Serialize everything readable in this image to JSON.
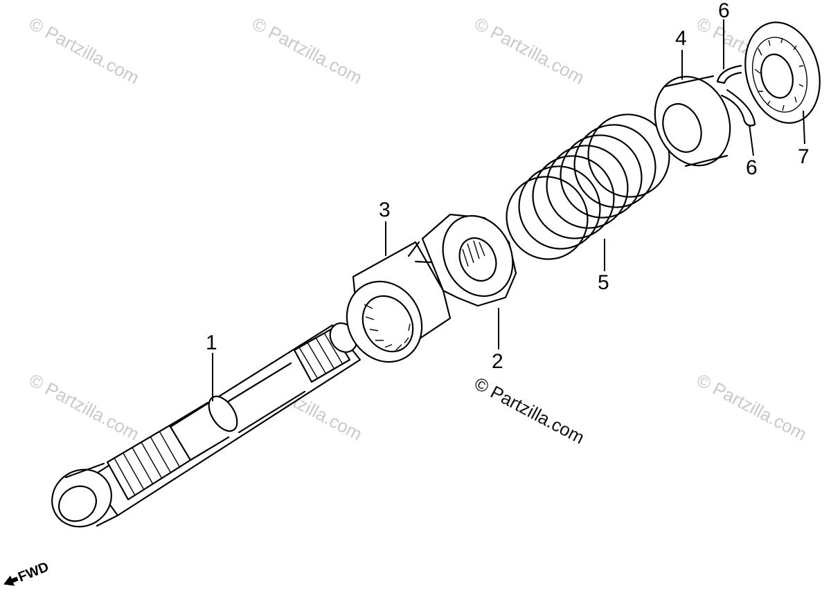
{
  "diagram": {
    "watermark_text": "© Partzilla.com",
    "credit_text": "© Partzilla.com",
    "direction_label": "FWD",
    "part_labels": {
      "p1": "1",
      "p2": "2",
      "p3": "3",
      "p4": "4",
      "p5": "5",
      "p6a": "6",
      "p6b": "6",
      "p7": "7"
    },
    "colors": {
      "ink": "#000000",
      "watermark": "#c9c9c9",
      "background": "#ffffff"
    }
  }
}
